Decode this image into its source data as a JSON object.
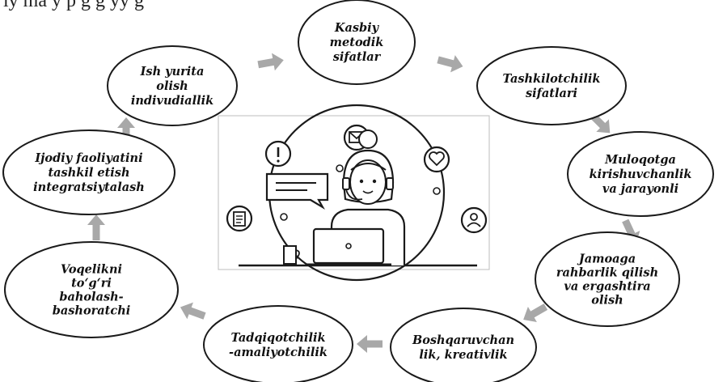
{
  "header_text": "ly   ma  y  p   g  g   yy  g",
  "nodes": [
    {
      "id": "kasbiy",
      "lines": [
        "Kasbiy",
        "metodik",
        "sifatlar"
      ]
    },
    {
      "id": "tashkilotchilik",
      "lines": [
        "Tashkilotchilik",
        "sifatlari"
      ]
    },
    {
      "id": "muloqotga",
      "lines": [
        "Muloqotga",
        "kirishuvchanlik",
        "va jarayonli"
      ]
    },
    {
      "id": "jamoaga",
      "lines": [
        "Jamoaga",
        "rahbarlik qilish",
        "va ergashtira",
        "olish"
      ]
    },
    {
      "id": "boshqaruvchan",
      "lines": [
        "Boshqaruvchan",
        "lik, kreativlik"
      ]
    },
    {
      "id": "tadqiqotchilik",
      "lines": [
        "Tadqiqotchilik",
        "-amaliyotchilik"
      ]
    },
    {
      "id": "voqelikni",
      "lines": [
        "Voqelikni",
        "to‘g‘ri",
        "baholash-",
        "bashoratchi"
      ]
    },
    {
      "id": "ijodiy",
      "lines": [
        "Ijodiy faoliyatini",
        "tashkil etish",
        "integratsiytalash"
      ]
    },
    {
      "id": "ish-yurita",
      "lines": [
        "Ish yurita",
        "olish",
        "indivudiallik"
      ]
    }
  ],
  "center_icons": [
    "mail-icon",
    "heart-icon",
    "user-icon",
    "alert-icon",
    "document-icon",
    "chat-bubble-icon",
    "laptop-icon",
    "cup-icon",
    "person-with-headset"
  ],
  "colors": {
    "ellipse_stroke": "#1a1a1a",
    "arrow_fill": "#a8a8a8",
    "text": "#111111"
  }
}
